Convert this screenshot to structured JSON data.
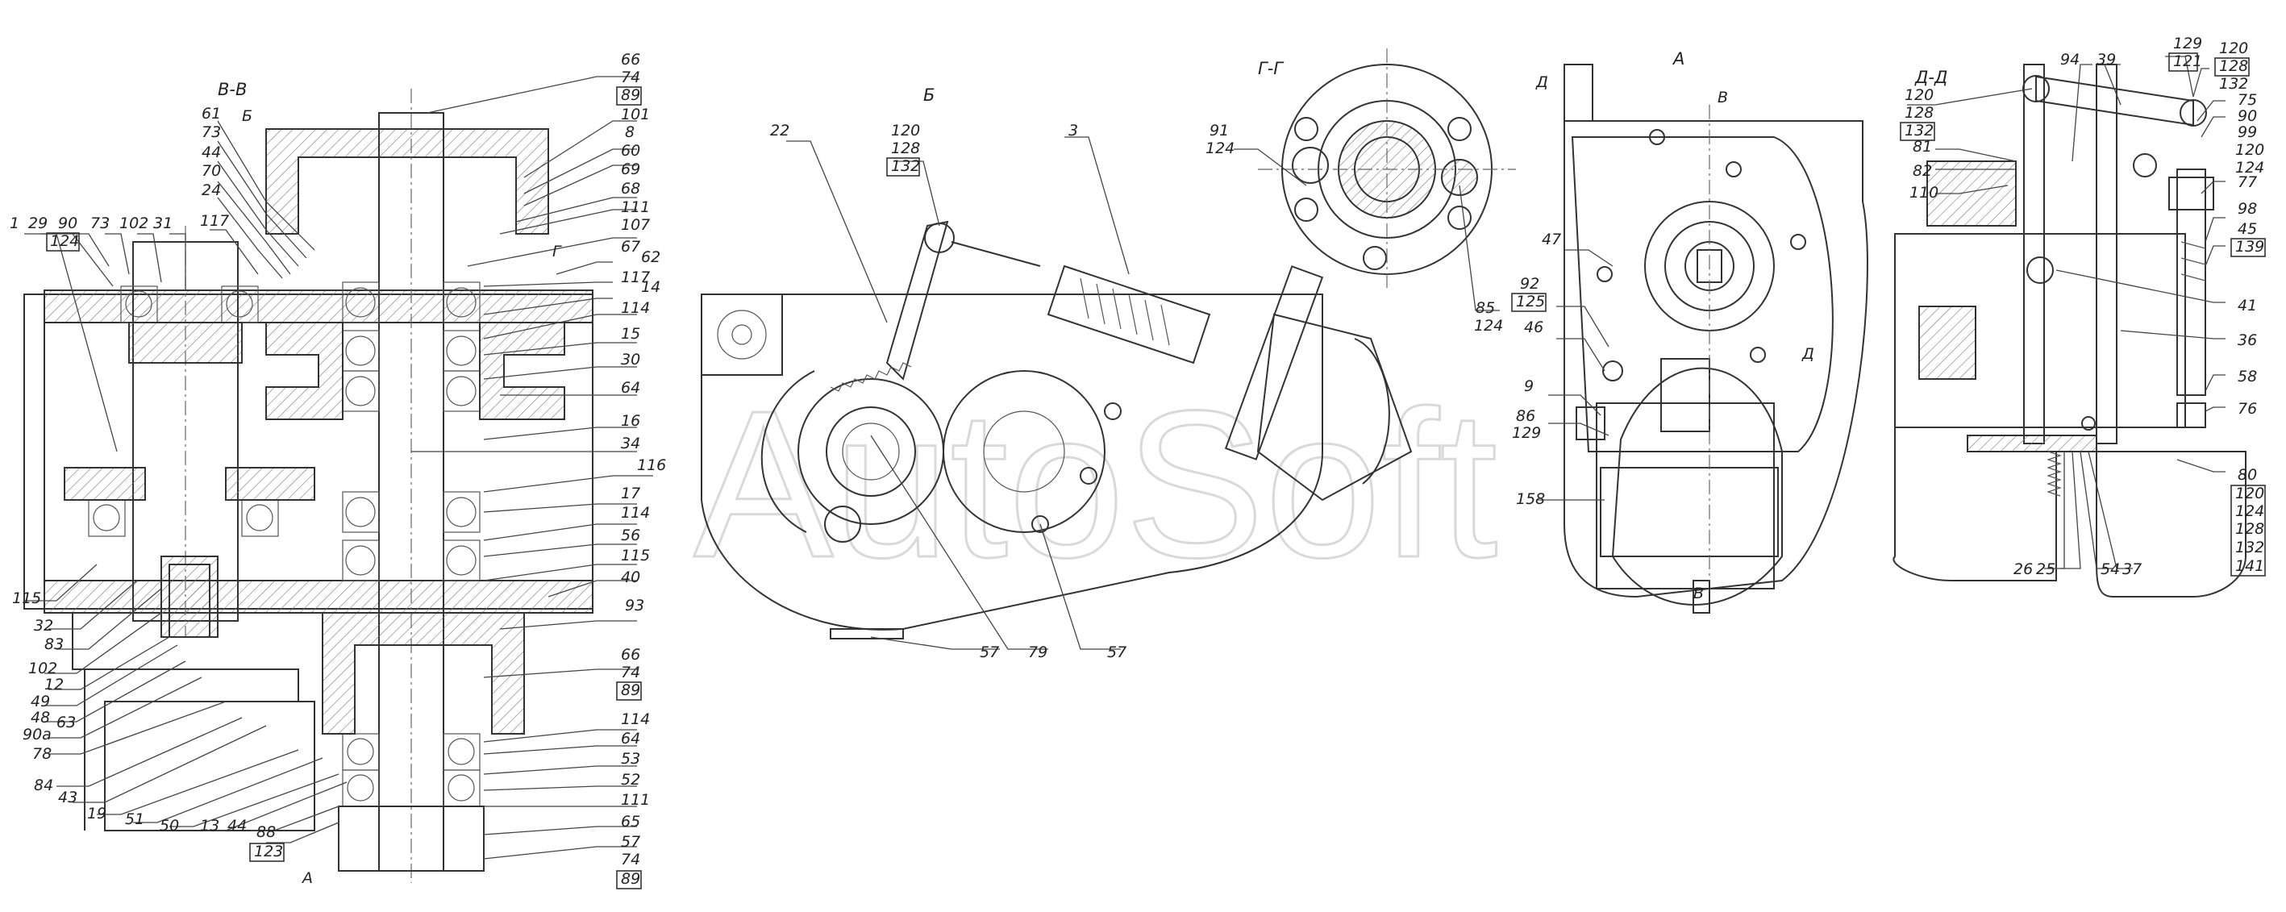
{
  "watermark": "AutoSoft",
  "views": {
    "section_bb": "В-В",
    "view_b": "Б",
    "section_gg": "Г-Г",
    "view_a": "А",
    "section_dd": "Д-Д",
    "marker_b": "Б",
    "marker_a": "А",
    "marker_v1": "В",
    "marker_v2": "В",
    "marker_g": "Г",
    "marker_d1": "Д",
    "marker_d2": "Д"
  },
  "labels": {
    "l66a": "66",
    "l74a": "74",
    "l89a": "89",
    "l101": "101",
    "l8": "8",
    "l60": "60",
    "l69": "69",
    "l68": "68",
    "l111a": "111",
    "l107": "107",
    "l67": "67",
    "l62": "62",
    "l117b": "117",
    "l14": "14",
    "l114a": "114",
    "l15": "15",
    "l30": "30",
    "l64a": "64",
    "l16": "16",
    "l34": "34",
    "l116": "116",
    "l17": "17",
    "l114b": "114",
    "l56": "56",
    "l115b": "115",
    "l40": "40",
    "l93": "93",
    "l66b": "66",
    "l74b": "74",
    "l89b": "89",
    "l114c": "114",
    "l64b": "64",
    "l53": "53",
    "l52": "52",
    "l111b": "111",
    "l65": "65",
    "l57a": "57",
    "l74c": "74",
    "l89c": "89",
    "l61": "61",
    "l73a": "73",
    "l44a": "44",
    "l70": "70",
    "l24": "24",
    "l1": "1",
    "l29": "29",
    "l90a": "90",
    "l124a": "124",
    "l73b": "73",
    "l102a": "102",
    "l31": "31",
    "l117a": "117",
    "l115a": "115",
    "l32": "32",
    "l83": "83",
    "l102b": "102",
    "l12": "12",
    "l49": "49",
    "l48": "48",
    "l90b": "90а",
    "l78": "78",
    "l63": "63",
    "l84": "84",
    "l43": "43",
    "l19": "19",
    "l51": "51",
    "l50": "50",
    "l13": "13",
    "l44b": "44",
    "l88": "88",
    "l123": "123",
    "l22": "22",
    "l120a": "120",
    "l128a": "128",
    "l132a": "132",
    "l3": "3",
    "l57b": "57",
    "l79": "79",
    "l57c": "57",
    "l91": "91",
    "l124b": "124",
    "l85": "85",
    "l124c": "124",
    "l47": "47",
    "l92": "92",
    "l125": "125",
    "l46": "46",
    "l9": "9",
    "l86": "86",
    "l129b": "129",
    "l158": "158",
    "l120b": "120",
    "l128b": "128",
    "l132b": "132",
    "l81": "81",
    "l82": "82",
    "l110": "110",
    "l94": "94",
    "l39": "39",
    "l129a": "129",
    "l121": "121",
    "l120c": "120",
    "l128c": "128",
    "l132c": "132",
    "l75": "75",
    "l90c": "90",
    "l99": "99",
    "l120d": "120",
    "l124d": "124",
    "l77": "77",
    "l98": "98",
    "l45": "45",
    "l139": "139",
    "l41": "41",
    "l36": "36",
    "l58": "58",
    "l76": "76",
    "l80": "80",
    "l120e": "120",
    "l124e": "124",
    "l128d": "128",
    "l132d": "132",
    "l141": "141",
    "l26": "26",
    "l25": "25",
    "l54": "54",
    "l37": "37"
  }
}
